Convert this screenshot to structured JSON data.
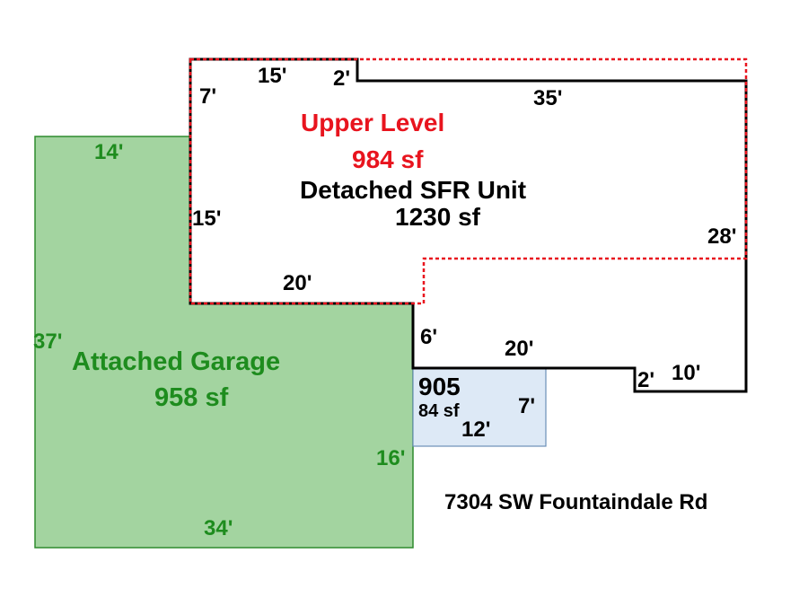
{
  "upper_level": {
    "title": "Upper Level",
    "area": "984 sf"
  },
  "sfr_unit": {
    "title": "Detached SFR Unit",
    "area": "1230 sf"
  },
  "garage": {
    "title": "Attached Garage",
    "area": "958 sf"
  },
  "annex": {
    "number": "905",
    "area": "84 sf"
  },
  "dimensions": {
    "top_left": "15'",
    "top_step": "2'",
    "left_top": "7'",
    "top_right": "35'",
    "left_mid": "15'",
    "right_side": "28'",
    "mid_bottom": "20'",
    "step_down": "6'",
    "lower_run": "20'",
    "lower_step": "2'",
    "lower_right": "10'",
    "annex_side": "7'",
    "annex_bottom": "12'"
  },
  "garage_dimensions": {
    "top": "14'",
    "left": "37'",
    "right": "16'",
    "bottom": "34'"
  },
  "address": "7304 SW Fountaindale Rd",
  "colors": {
    "upper_outline": "#e8141e",
    "sfr_outline": "#000000",
    "garage_fill": "#a3d4a0",
    "garage_stroke": "#2e8b2e",
    "garage_text": "#1e8c1e",
    "annex_fill": "#dde9f6",
    "annex_stroke": "#6a8fb8"
  }
}
